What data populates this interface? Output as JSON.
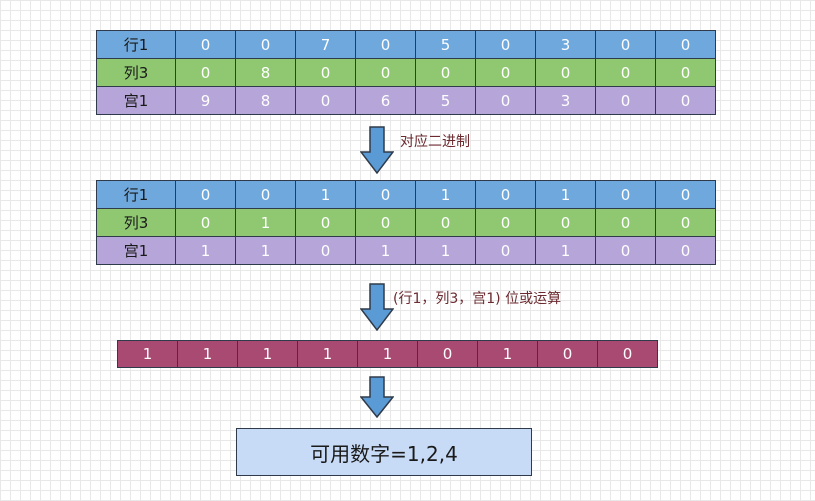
{
  "table_decimal": {
    "rows": [
      {
        "label": "行1",
        "values": [
          "0",
          "0",
          "7",
          "0",
          "5",
          "0",
          "3",
          "0",
          "0"
        ]
      },
      {
        "label": "列3",
        "values": [
          "0",
          "8",
          "0",
          "0",
          "0",
          "0",
          "0",
          "0",
          "0"
        ]
      },
      {
        "label": "宫1",
        "values": [
          "9",
          "8",
          "0",
          "6",
          "5",
          "0",
          "3",
          "0",
          "0"
        ]
      }
    ]
  },
  "step1_caption": "对应二进制",
  "table_binary": {
    "rows": [
      {
        "label": "行1",
        "values": [
          "0",
          "0",
          "1",
          "0",
          "1",
          "0",
          "1",
          "0",
          "0"
        ]
      },
      {
        "label": "列3",
        "values": [
          "0",
          "1",
          "0",
          "0",
          "0",
          "0",
          "0",
          "0",
          "0"
        ]
      },
      {
        "label": "宫1",
        "values": [
          "1",
          "1",
          "0",
          "1",
          "1",
          "0",
          "1",
          "0",
          "0"
        ]
      }
    ]
  },
  "step2_caption": "(行1，列3，宫1) 位或运算",
  "result_row": [
    "1",
    "1",
    "1",
    "1",
    "1",
    "0",
    "1",
    "0",
    "0"
  ],
  "answer": "可用数字=1,2,4",
  "colors": {
    "row_blue": "#6ea8dc",
    "row_green": "#8fc870",
    "row_purple": "#b5a5d8",
    "result": "#a94a73",
    "answer_box": "#c7dbf6",
    "arrow": "#5b9bd5"
  }
}
